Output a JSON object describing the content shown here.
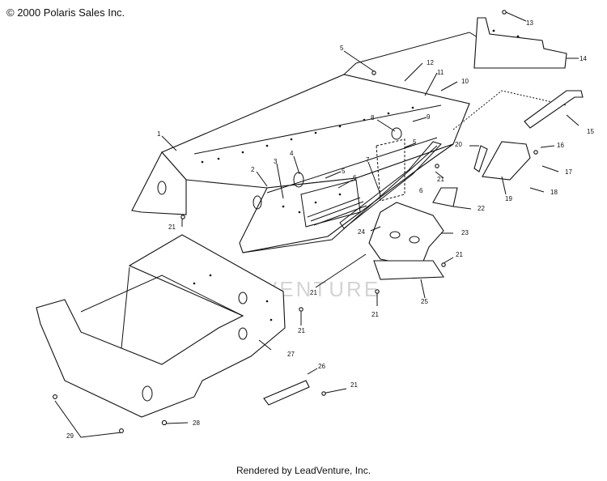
{
  "header": {
    "copyright": "© 2000 Polaris Sales Inc."
  },
  "footer": {
    "rendered_by": "Rendered by LeadVenture, Inc."
  },
  "watermark": {
    "text": "LEADVENTURE"
  },
  "callouts": [
    {
      "id": "c1",
      "label": "1"
    },
    {
      "id": "c2",
      "label": "2"
    },
    {
      "id": "c3",
      "label": "3"
    },
    {
      "id": "c4",
      "label": "4"
    },
    {
      "id": "c5a",
      "label": "5"
    },
    {
      "id": "c5b",
      "label": "5"
    },
    {
      "id": "c5c",
      "label": "5"
    },
    {
      "id": "c6a",
      "label": "6"
    },
    {
      "id": "c6b",
      "label": "6"
    },
    {
      "id": "c7",
      "label": "7"
    },
    {
      "id": "c8",
      "label": "8"
    },
    {
      "id": "c9",
      "label": "9"
    },
    {
      "id": "c10",
      "label": "10"
    },
    {
      "id": "c11",
      "label": "11"
    },
    {
      "id": "c12",
      "label": "12"
    },
    {
      "id": "c13",
      "label": "13"
    },
    {
      "id": "c14",
      "label": "14"
    },
    {
      "id": "c15",
      "label": "15"
    },
    {
      "id": "c16",
      "label": "16"
    },
    {
      "id": "c17",
      "label": "17"
    },
    {
      "id": "c18",
      "label": "18"
    },
    {
      "id": "c19",
      "label": "19"
    },
    {
      "id": "c20",
      "label": "20"
    },
    {
      "id": "c21a",
      "label": "21"
    },
    {
      "id": "c21b",
      "label": "21"
    },
    {
      "id": "c21c",
      "label": "21"
    },
    {
      "id": "c21d",
      "label": "21"
    },
    {
      "id": "c21e",
      "label": "21"
    },
    {
      "id": "c21f",
      "label": "21"
    },
    {
      "id": "c21g",
      "label": "21"
    },
    {
      "id": "c22",
      "label": "22"
    },
    {
      "id": "c23",
      "label": "23"
    },
    {
      "id": "c24",
      "label": "24"
    },
    {
      "id": "c25",
      "label": "25"
    },
    {
      "id": "c26",
      "label": "26"
    },
    {
      "id": "c27",
      "label": "27"
    },
    {
      "id": "c28",
      "label": "28"
    },
    {
      "id": "c29",
      "label": "29"
    }
  ]
}
